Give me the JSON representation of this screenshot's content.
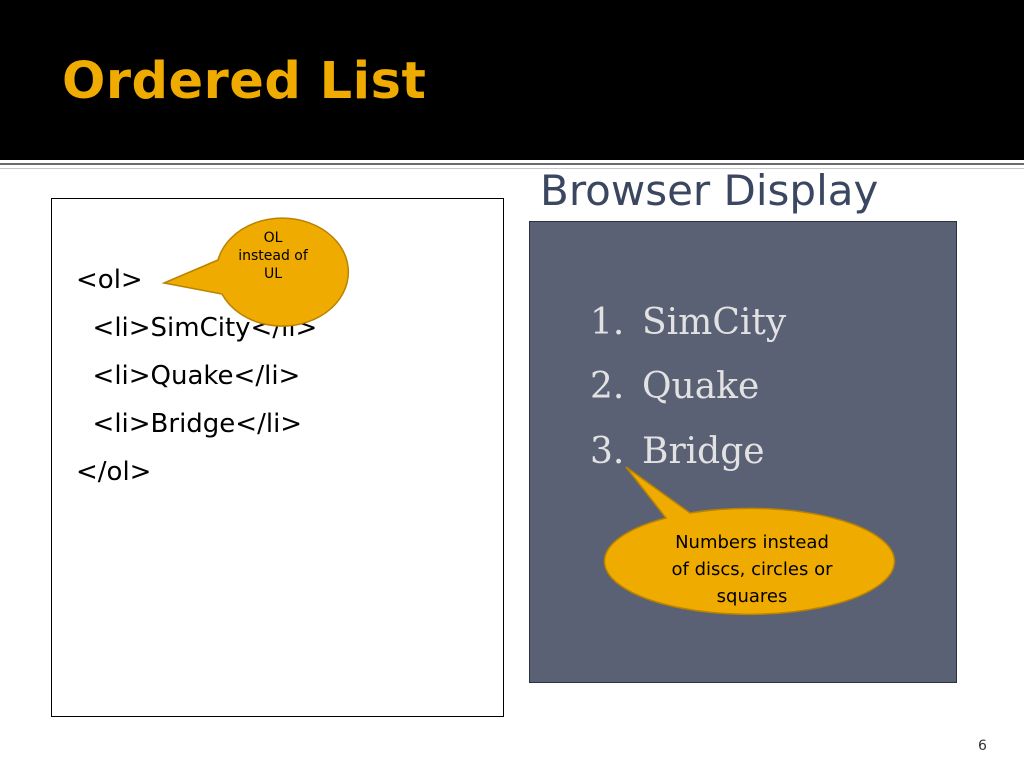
{
  "slide": {
    "title": "Ordered List",
    "page_number": "6"
  },
  "code_panel": {
    "lines": [
      "<ol>",
      "  <li>SimCity</li>",
      "  <li>Quake</li>",
      "  <li>Bridge</li>",
      "</ol>"
    ]
  },
  "display_panel": {
    "heading": "Browser Display",
    "items": [
      {
        "number": "1.",
        "label": "SimCity"
      },
      {
        "number": "2.",
        "label": "Quake"
      },
      {
        "number": "3.",
        "label": "Bridge"
      }
    ]
  },
  "callouts": {
    "ol": [
      "OL",
      "instead of",
      "UL"
    ],
    "numbers": [
      "Numbers instead",
      "of discs, circles or",
      "squares"
    ]
  },
  "colors": {
    "title": "#f0ab00",
    "callout_fill": "#f0ab00",
    "panel": "#5a6175",
    "heading": "#3b4760"
  }
}
